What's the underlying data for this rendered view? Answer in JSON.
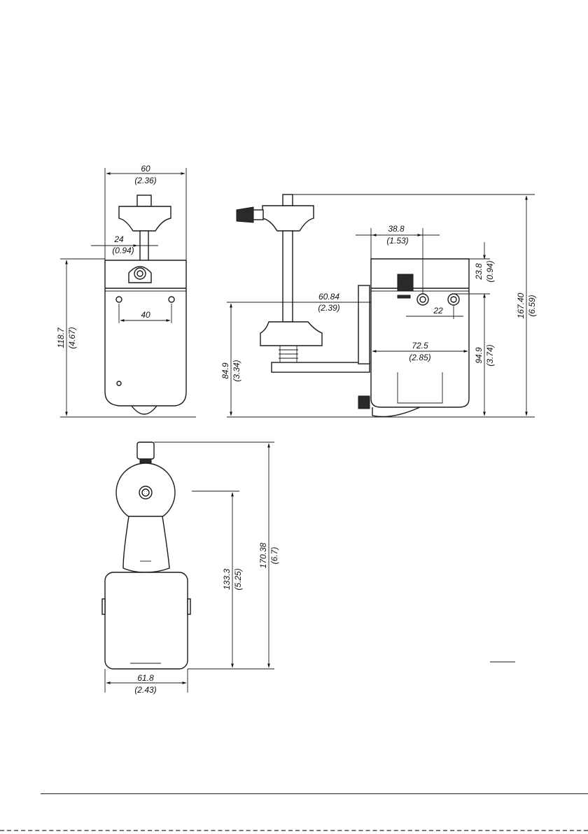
{
  "dimensions": {
    "front_width": "60",
    "front_width_in": "(2.36)",
    "offset": "24",
    "offset_in": "(0.94)",
    "mount_spacing": "40",
    "front_height": "118.7",
    "front_height_in": "(4.67)",
    "side_height": "84.9",
    "side_height_in": "(3.34)",
    "arm_reach": "60.84",
    "arm_reach_in": "(2.39)",
    "hole_offset": "38.8",
    "hole_offset_in": "(1.53)",
    "top_height": "23.8",
    "top_height_in": "(0.94)",
    "hole_spacing": "22",
    "box_depth": "72.5",
    "box_depth_in": "(2.85)",
    "box_height": "94.9",
    "box_height_in": "(3.74)",
    "overall_height": "167.40",
    "overall_height_in": "(6.59)",
    "top_view_height": "133.3",
    "top_view_height_in": "(5.25)",
    "top_overall": "170.38",
    "top_overall_in": "(6.7)",
    "top_width": "61.8",
    "top_width_in": "(2.43)"
  }
}
